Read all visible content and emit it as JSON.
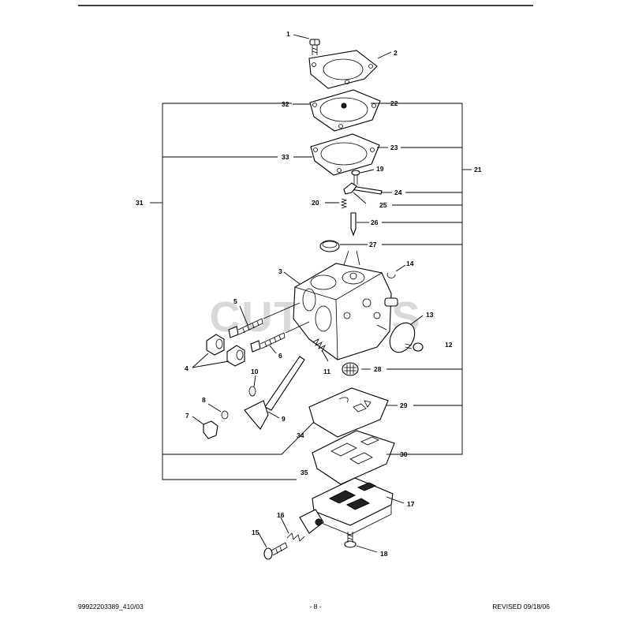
{
  "watermark": "CUTTERS",
  "footer": {
    "part_number": "99922203389_410/03",
    "page": "- 8 -",
    "revised": "REVISED 09/18/06"
  },
  "callouts": {
    "c1": "1",
    "c2": "2",
    "c3": "3",
    "c4": "4",
    "c5": "5",
    "c6": "6",
    "c7": "7",
    "c8": "8",
    "c9": "9",
    "c10": "10",
    "c11": "11",
    "c12": "12",
    "c13": "13",
    "c14": "14",
    "c15": "15",
    "c16": "16",
    "c17": "17",
    "c18": "18",
    "c19": "19",
    "c20": "20",
    "c21": "21",
    "c22": "22",
    "c23": "23",
    "c24": "24",
    "c25": "25",
    "c26": "26",
    "c27": "27",
    "c28": "28",
    "c29": "29",
    "c30": "30",
    "c31": "31",
    "c32": "32",
    "c33": "33",
    "c34": "34",
    "c35": "35"
  }
}
